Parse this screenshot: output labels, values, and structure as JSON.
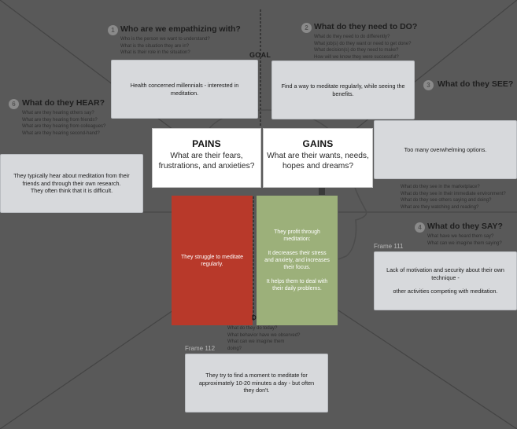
{
  "center_goal_label": "GOAL",
  "do_label_partial": "D",
  "sections": {
    "empathize": {
      "number": "1",
      "heading": "Who are we empathizing with?",
      "questions": [
        "Who is the person we want to understand?",
        "What is the situation they are in?",
        "What is their role in the situation?"
      ],
      "answer": "Health concerned millennials - interested in meditation."
    },
    "need_to_do": {
      "number": "2",
      "heading": "What do they need to DO?",
      "questions": [
        "What do they need to do differently?",
        "What job(s) do they want or need to get done?",
        "What decision(s) do they need to make?",
        "How will we know they were successful?"
      ],
      "answer": "Find a way to meditate regularly, while seeing the benefits."
    },
    "see": {
      "number": "3",
      "heading": "What do they SEE?",
      "questions": [
        "What do they see in the marketplace?",
        "What do they see in their immediate environment?",
        "What do they see others saying and doing?",
        "What are they watching and reading?"
      ],
      "answer": "Too many overwhelming options."
    },
    "say": {
      "number": "4",
      "heading": "What do they SAY?",
      "questions": [
        "What have we heard them say?",
        "What can we imagine them saying?"
      ],
      "frame_label": "Frame 111",
      "answer_line1": "Lack of motivation and security about their own technique -",
      "answer_line2": "other activities competing with meditation."
    },
    "do": {
      "questions": [
        "What do they do today?",
        "What behavior have we observed?",
        "What can we imagine them",
        "doing?"
      ],
      "frame_label": "Frame 112",
      "answer": "They try to find a moment to meditate for approximately 10-20 minutes a day - but often they don't."
    },
    "hear": {
      "number": "6",
      "heading": "What do they HEAR?",
      "questions": [
        "What are they hearing others say?",
        "What are they hearing from friends?",
        "What are they hearing from colleagues?",
        "What are they hearing second-hand?"
      ],
      "answer_line1": "They typically hear about meditation from their friends and through their own research.",
      "answer_line2": "They often think that it is difficult."
    }
  },
  "pains": {
    "title": "PAINS",
    "subtitle": "What are their fears, frustrations, and anxieties?",
    "note": "They struggle to meditate regularly.",
    "color": "#b8392a"
  },
  "gains": {
    "title": "GAINS",
    "subtitle": "What are their wants, needs, hopes and dreams?",
    "note_p1": "They profit through meditation:",
    "note_p2": "It decreases their stress and anxiety, and increases their focus.",
    "note_p3": "It helps them to deal with their daily problems.",
    "color": "#9cb07a"
  }
}
